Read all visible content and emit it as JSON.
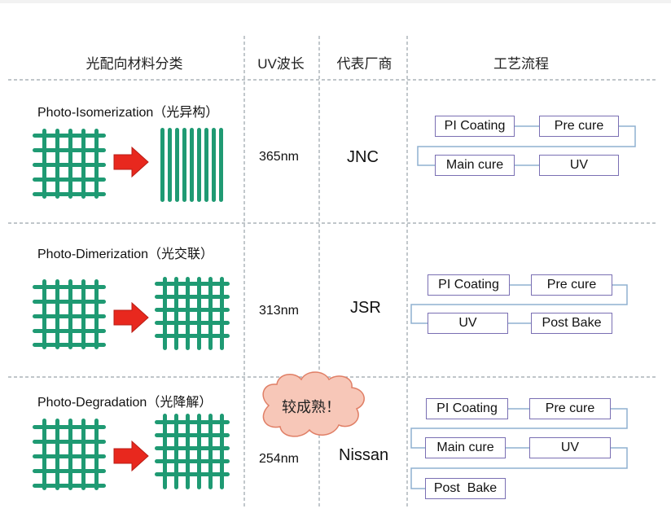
{
  "headers": {
    "material_class": "光配向材料分类",
    "uv_wavelength": "UV波长",
    "vendor": "代表厂商",
    "process": "工艺流程"
  },
  "rows": [
    {
      "title": "Photo-Isomerization（光异构）",
      "wavelength": "365nm",
      "vendor": "JNC",
      "steps": [
        "PI Coating",
        "Pre cure",
        "Main cure",
        "UV"
      ]
    },
    {
      "title": "Photo-Dimerization（光交联）",
      "wavelength": "313nm",
      "vendor": "JSR",
      "steps": [
        "PI Coating",
        "Pre cure",
        "UV",
        "Post Bake"
      ]
    },
    {
      "title": "Photo-Degradation（光降解）",
      "wavelength": "254nm",
      "vendor": "Nissan",
      "callout": "较成熟！",
      "steps": [
        "PI Coating",
        "Pre cure",
        "Main cure",
        "UV",
        "Post  Bake"
      ]
    }
  ],
  "colors": {
    "grid_green": "#1f9a73",
    "arrow_red": "#e8281e",
    "box_border": "#7a6fb3",
    "connector": "#8fb0d0",
    "cloud_fill": "#f7c7b8",
    "cloud_stroke": "#e07f66"
  }
}
